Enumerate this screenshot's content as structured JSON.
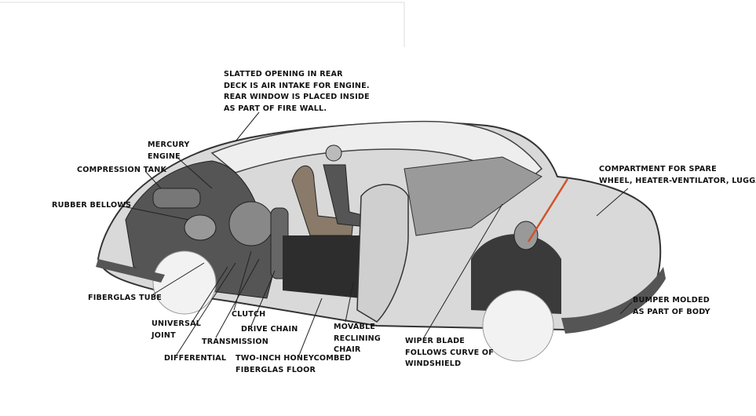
{
  "labels": {
    "slatted_opening": [
      "SLATTED OPENING IN REAR",
      "DECK IS AIR INTAKE FOR ENGINE.",
      "REAR WINDOW IS PLACED INSIDE",
      "AS PART OF FIRE WALL."
    ],
    "mercury_engine": [
      "MERCURY",
      "ENGINE"
    ],
    "compression_tank": [
      "COMPRESSION TANK"
    ],
    "rubber_bellows": [
      "RUBBER BELLOWS"
    ],
    "compartment": [
      "COMPARTMENT FOR SPARE",
      "WHEEL, HEATER-VENTILATOR, LUGGAGE"
    ],
    "fiberglas_tube": [
      "FIBERGLAS TUBE"
    ],
    "universal_joint": [
      "UNIVERSAL",
      "JOINT"
    ],
    "clutch": [
      "CLUTCH"
    ],
    "drive_chain": [
      "DRIVE CHAIN"
    ],
    "transmission": [
      "TRANSMISSION"
    ],
    "differential": [
      "DIFFERENTIAL"
    ],
    "floor": [
      "TWO-INCH HONEYCOMBED",
      "FIBERGLAS FLOOR"
    ],
    "chair": [
      "MOVABLE",
      "RECLINING",
      "CHAIR"
    ],
    "wiper": [
      "WIPER BLADE",
      "FOLLOWS CURVE OF",
      "WINDSHIELD"
    ],
    "bumper": [
      "BUMPER MOLDED",
      "AS PART OF BODY"
    ]
  },
  "colors": {
    "body": "#d9d9d9",
    "shadow": "#3a3a3a",
    "pointer": "#d0542a"
  }
}
